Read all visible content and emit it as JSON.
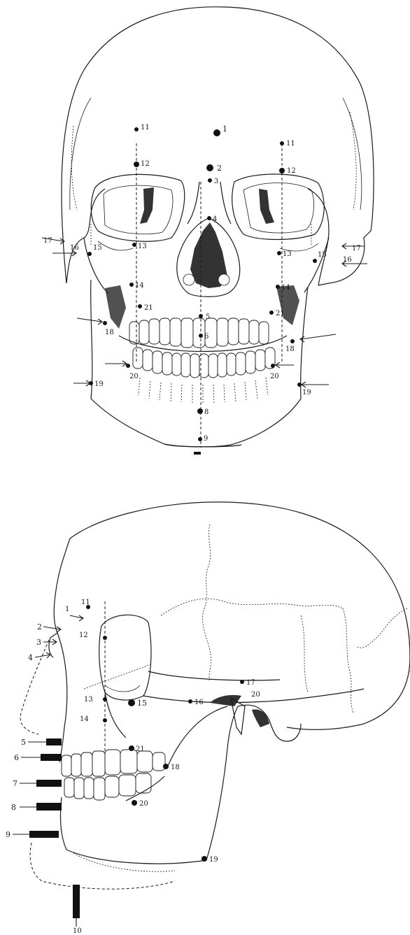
{
  "frontal": {
    "landmarks": [
      {
        "id": "f-1",
        "label": "1"
      },
      {
        "id": "f-2",
        "label": "2"
      },
      {
        "id": "f-3",
        "label": "3"
      },
      {
        "id": "f-4",
        "label": "4"
      },
      {
        "id": "f-5",
        "label": "5"
      },
      {
        "id": "f-6",
        "label": "6"
      },
      {
        "id": "f-8",
        "label": "8"
      },
      {
        "id": "f-9",
        "label": "9"
      },
      {
        "id": "f-11l",
        "label": "11"
      },
      {
        "id": "f-11r",
        "label": "11"
      },
      {
        "id": "f-12l",
        "label": "12"
      },
      {
        "id": "f-12r",
        "label": "12"
      },
      {
        "id": "f-13l",
        "label": "13"
      },
      {
        "id": "f-13r",
        "label": "13"
      },
      {
        "id": "f-14l",
        "label": "14"
      },
      {
        "id": "f-14r",
        "label": "14"
      },
      {
        "id": "f-15l",
        "label": "15"
      },
      {
        "id": "f-15r",
        "label": "15"
      },
      {
        "id": "f-16l",
        "label": "16"
      },
      {
        "id": "f-16r",
        "label": "16"
      },
      {
        "id": "f-17l",
        "label": "17"
      },
      {
        "id": "f-17r",
        "label": "17"
      },
      {
        "id": "f-18l",
        "label": "18"
      },
      {
        "id": "f-18r",
        "label": "18"
      },
      {
        "id": "f-19l",
        "label": "19"
      },
      {
        "id": "f-19r",
        "label": "19"
      },
      {
        "id": "f-20l",
        "label": "20"
      },
      {
        "id": "f-20r",
        "label": "20"
      },
      {
        "id": "f-21l",
        "label": "21"
      },
      {
        "id": "f-21r",
        "label": "21"
      }
    ]
  },
  "lateral": {
    "landmarks": [
      {
        "id": "l-1",
        "label": "1"
      },
      {
        "id": "l-2",
        "label": "2"
      },
      {
        "id": "l-3",
        "label": "3"
      },
      {
        "id": "l-4",
        "label": "4"
      },
      {
        "id": "l-5",
        "label": "5"
      },
      {
        "id": "l-6",
        "label": "6"
      },
      {
        "id": "l-7",
        "label": "7"
      },
      {
        "id": "l-8",
        "label": "8"
      },
      {
        "id": "l-9",
        "label": "9"
      },
      {
        "id": "l-10",
        "label": "10"
      },
      {
        "id": "l-11",
        "label": "11"
      },
      {
        "id": "l-12",
        "label": "12"
      },
      {
        "id": "l-13",
        "label": "13"
      },
      {
        "id": "l-14",
        "label": "14"
      },
      {
        "id": "l-15",
        "label": "15"
      },
      {
        "id": "l-16",
        "label": "16"
      },
      {
        "id": "l-17",
        "label": "17"
      },
      {
        "id": "l-18",
        "label": "18"
      },
      {
        "id": "l-19",
        "label": "19"
      },
      {
        "id": "l-20",
        "label": "20"
      },
      {
        "id": "l-20b",
        "label": "20"
      },
      {
        "id": "l-21",
        "label": "21"
      }
    ]
  }
}
